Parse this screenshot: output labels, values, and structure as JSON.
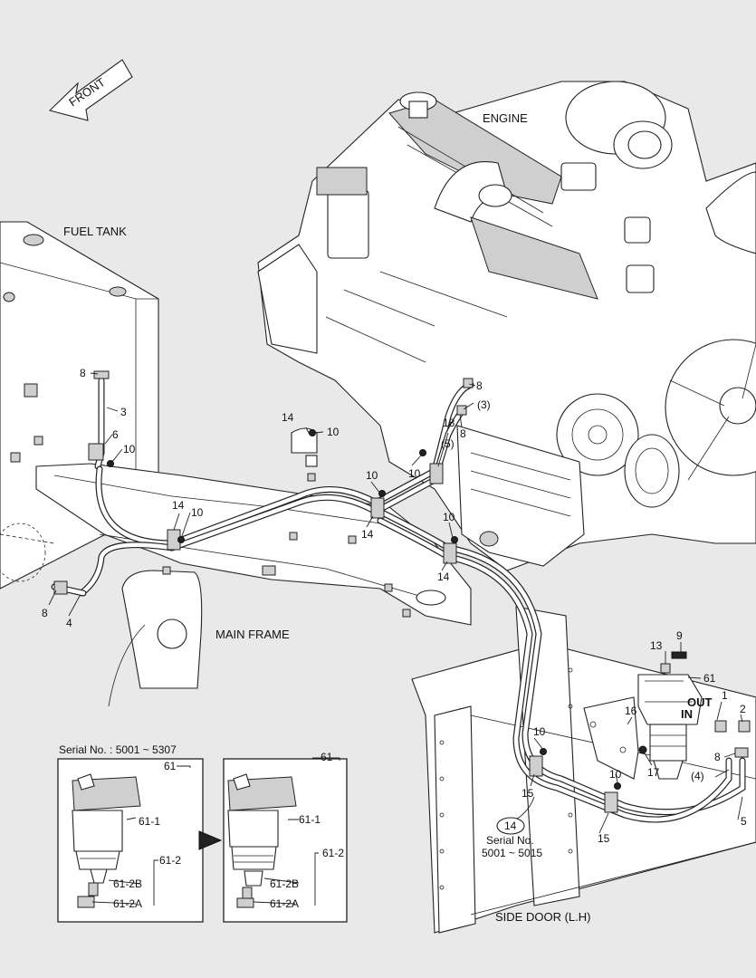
{
  "areas": {
    "front": "FRONT",
    "engine": "ENGINE",
    "fuel_tank": "FUEL TANK",
    "main_frame": "MAIN FRAME",
    "side_door": "SIDE DOOR (L.H)"
  },
  "ports": {
    "out": "OUT",
    "in": "IN"
  },
  "callouts": {
    "c8a": "8",
    "c3": "3",
    "c6": "6",
    "c10a": "10",
    "c14a": "14",
    "c10b": "10",
    "c10c": "10",
    "c14b": "14",
    "c8b": "8",
    "c4": "4",
    "c8c": "8",
    "c3p": "(3)",
    "c18": "18",
    "c5p": "(5)",
    "c8d": "8",
    "c10d": "10",
    "c10e": "10",
    "c14c": "14",
    "c10f": "10",
    "c14d": "14",
    "c9": "9",
    "c13": "13",
    "c61": "61",
    "c1": "1",
    "c2": "2",
    "c16": "16",
    "c10g": "10",
    "c17": "17",
    "c8e": "8",
    "c4p": "(4)",
    "c10h": "10",
    "c5": "5",
    "c15a": "15",
    "c15b": "15",
    "c14e": "14"
  },
  "serial_note": {
    "label": "Serial No.",
    "range": "5001 ~ 5015"
  },
  "inset": {
    "serial": "Serial No. : 5001 ~ 5307",
    "left": {
      "c61": "61",
      "c61_1": "61-1",
      "c61_2": "61-2",
      "c61_2b": "61-2B",
      "c61_2a": "61-2A"
    },
    "right": {
      "c61": "61",
      "c61_1": "61-1",
      "c61_2": "61-2",
      "c61_2b": "61-2B",
      "c61_2a": "61-2A"
    }
  }
}
